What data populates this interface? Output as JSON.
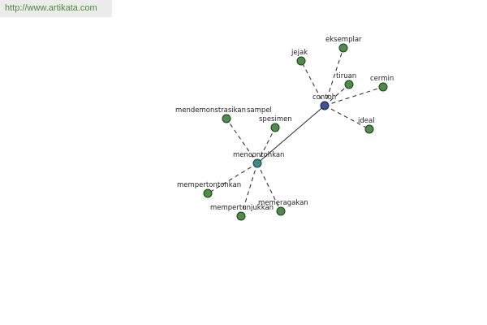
{
  "banner": {
    "url": "http://www.artikata.com"
  },
  "graph": {
    "nodes": [
      {
        "id": "contoh",
        "label": "contoh",
        "kind": "main"
      },
      {
        "id": "mencontohkan",
        "label": "mencontohkan",
        "kind": "hub"
      },
      {
        "id": "jejak",
        "label": "jejak",
        "kind": "leaf"
      },
      {
        "id": "eksemplar",
        "label": "eksemplar",
        "kind": "leaf"
      },
      {
        "id": "tiruan",
        "label": "tiruan",
        "kind": "leaf"
      },
      {
        "id": "cermin",
        "label": "cermin",
        "kind": "leaf"
      },
      {
        "id": "ideal",
        "label": "ideal",
        "kind": "leaf"
      },
      {
        "id": "mendemonstrasikan",
        "label": "mendemonstrasikan",
        "kind": "leaf"
      },
      {
        "id": "sampel",
        "label": "sampel",
        "kind": "leaf"
      },
      {
        "id": "spesimen",
        "label": "spesimen",
        "kind": "leaf"
      },
      {
        "id": "mempertontonkan",
        "label": "mempertontonkan",
        "kind": "leaf"
      },
      {
        "id": "mempertunjukkan",
        "label": "mempertunjukkan",
        "kind": "leaf"
      },
      {
        "id": "memeragakan",
        "label": "memeragakan",
        "kind": "leaf"
      }
    ],
    "edges": [
      {
        "from": "contoh",
        "to": "mencontohkan",
        "style": "solid"
      },
      {
        "from": "contoh",
        "to": "jejak",
        "style": "dashed"
      },
      {
        "from": "contoh",
        "to": "eksemplar",
        "style": "dashed"
      },
      {
        "from": "contoh",
        "to": "tiruan",
        "style": "dashed"
      },
      {
        "from": "contoh",
        "to": "cermin",
        "style": "dashed"
      },
      {
        "from": "contoh",
        "to": "ideal",
        "style": "dashed"
      },
      {
        "from": "mencontohkan",
        "to": "mendemonstrasikan",
        "style": "dashed"
      },
      {
        "from": "mencontohkan",
        "to": "spesimen",
        "style": "dashed"
      },
      {
        "from": "mencontohkan",
        "to": "mempertontonkan",
        "style": "dashed"
      },
      {
        "from": "mencontohkan",
        "to": "mempertunjukkan",
        "style": "dashed"
      },
      {
        "from": "mencontohkan",
        "to": "memeragakan",
        "style": "dashed"
      }
    ]
  }
}
